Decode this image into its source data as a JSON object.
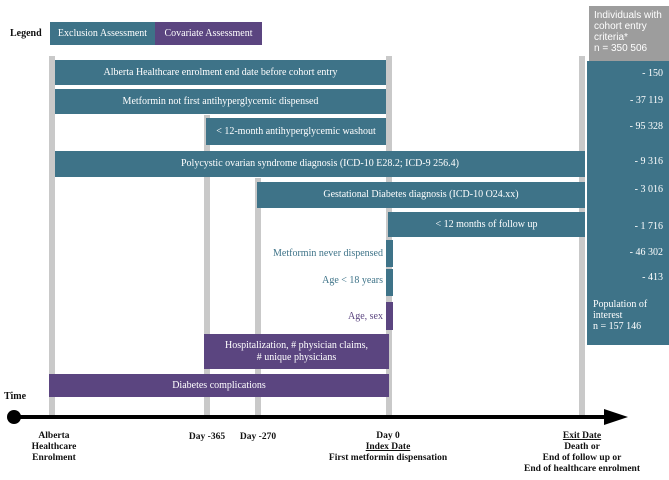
{
  "legend": {
    "title": "Legend",
    "exclusion": "Exclusion Assessment",
    "covariate": "Covariate Assessment"
  },
  "colors": {
    "exclusion": "#3e7388",
    "covariate": "#5b4580",
    "count_header": "#9d9d9d",
    "timeline": "#000000",
    "guide_lines": "#c9c9c9"
  },
  "bars": {
    "enrolment_end": "Alberta Healthcare enrolment end date before cohort entry",
    "metformin_not_first": "Metformin not first antihyperglycemic dispensed",
    "washout": "< 12-month antihyperglycemic washout",
    "pcos": "Polycystic ovarian syndrome diagnosis (ICD-10 E28.2; ICD-9 256.4)",
    "gestational": "Gestational Diabetes diagnosis (ICD-10 O24.xx)",
    "follow_up": "< 12 months of follow up",
    "metformin_never": "Metformin never dispensed",
    "age": "Age < 18 years",
    "age_sex": "Age, sex",
    "hospitalization_line1": "Hospitalization, # physician claims,",
    "hospitalization_line2": "# unique physicians",
    "complications": "Diabetes complications"
  },
  "counts_panel": {
    "header_line1": "Individuals with",
    "header_line2": "cohort entry",
    "header_line3": "criteria*",
    "header_n": "n = 350 506",
    "values": [
      "- 150",
      "- 37 119",
      "- 95 328",
      "- 9 316",
      "- 3 016",
      "- 1 716",
      "- 46 302",
      "- 413"
    ],
    "population_line1": "Population of",
    "population_line2": "interest",
    "population_n": "n = 157 146"
  },
  "timeline": {
    "title": "Time",
    "enrolment_line1": "Alberta",
    "enrolment_line2": "Healthcare",
    "enrolment_line3": "Enrolment",
    "day_365": "Day -365",
    "day_270": "Day -270",
    "day0": "Day 0",
    "index_date": "Index Date",
    "index_desc": "First metformin dispensation",
    "exit_date": "Exit Date",
    "exit_line1": "Death or",
    "exit_line2": "End of follow up or",
    "exit_line3": "End of healthcare enrolment"
  }
}
